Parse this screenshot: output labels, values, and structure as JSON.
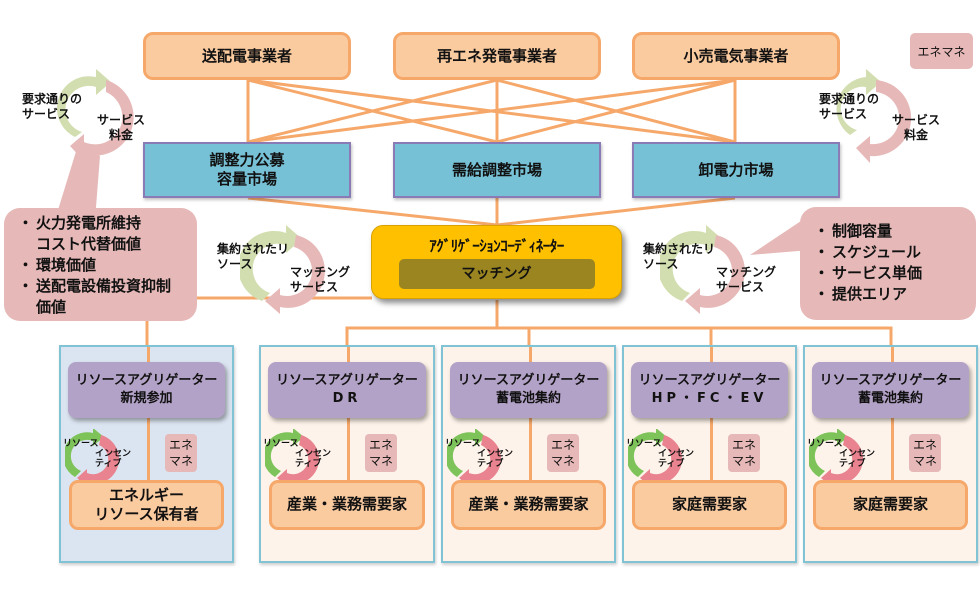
{
  "top_entities": [
    {
      "label": "送配電事業者"
    },
    {
      "label": "再エネ発電事業者"
    },
    {
      "label": "小売電気事業者"
    }
  ],
  "enemane_badge": "エネマネ",
  "markets": [
    {
      "line1": "調整力公募",
      "line2": "容量市場"
    },
    {
      "line1": "需給調整市場",
      "line2": ""
    },
    {
      "line1": "卸電力市場",
      "line2": ""
    }
  ],
  "coordinator": {
    "title": "ｱｸﾞﾘｹﾞｰｼｮﾝｺｰﾃﾞｨﾈｰﾀｰ",
    "subtitle": "マッチング"
  },
  "cycles": {
    "top_left": {
      "green_label_1": "要求通りの",
      "green_label_2": "サービス",
      "red_label_1": "サービス",
      "red_label_2": "料金"
    },
    "top_right": {
      "green_label_1": "要求通りの",
      "green_label_2": "サービス",
      "red_label_1": "サービス",
      "red_label_2": "料金"
    },
    "mid_left": {
      "green_label_1": "集約されたリ",
      "green_label_2": "ソース",
      "red_label_1": "マッチング",
      "red_label_2": "サービス"
    },
    "mid_right": {
      "green_label_1": "集約されたリ",
      "green_label_2": "ソース",
      "red_label_1": "マッチング",
      "red_label_2": "サービス"
    }
  },
  "callout_left": {
    "items": [
      "火力発電所維持",
      "コスト代替価値",
      "環境価値",
      "送配電設備投資抑制",
      "価値"
    ],
    "bullets": [
      true,
      false,
      true,
      true,
      false
    ]
  },
  "callout_right": {
    "items": [
      "制御容量",
      "スケジュール",
      "サービス単価",
      "提供エリア"
    ]
  },
  "panels": [
    {
      "agg_line1": "リソースアグリゲーター",
      "agg_line2": "新規参加",
      "consumer_line1": "エネルギー",
      "consumer_line2": "リソース保有者",
      "cycle_label_1": "リソース",
      "cycle_label_2": "インセン",
      "cycle_label_3": "ティブ",
      "enemane_1": "エネ",
      "enemane_2": "マネ"
    },
    {
      "agg_line1": "リソースアグリゲーター",
      "agg_line2": "DR",
      "consumer_line1": "産業・業務需要家",
      "consumer_line2": "",
      "cycle_label_1": "リソース",
      "cycle_label_2": "インセン",
      "cycle_label_3": "ティブ",
      "enemane_1": "エネ",
      "enemane_2": "マネ"
    },
    {
      "agg_line1": "リソースアグリゲーター",
      "agg_line2": "蓄電池集約",
      "consumer_line1": "産業・業務需要家",
      "consumer_line2": "",
      "cycle_label_1": "リソース",
      "cycle_label_2": "インセン",
      "cycle_label_3": "ティブ",
      "enemane_1": "エネ",
      "enemane_2": "マネ"
    },
    {
      "agg_line1": "リソースアグリゲーター",
      "agg_line2": "HP・FC・EV",
      "consumer_line1": "家庭需要家",
      "consumer_line2": "",
      "cycle_label_1": "リソース",
      "cycle_label_2": "インセン",
      "cycle_label_3": "ティブ",
      "enemane_1": "エネ",
      "enemane_2": "マネ"
    },
    {
      "agg_line1": "リソースアグリゲーター",
      "agg_line2": "蓄電池集約",
      "consumer_line1": "家庭需要家",
      "consumer_line2": "",
      "cycle_label_1": "リソース",
      "cycle_label_2": "インセン",
      "cycle_label_3": "ティブ",
      "enemane_1": "エネ",
      "enemane_2": "マネ"
    }
  ],
  "colors": {
    "connector": "#f5a86a",
    "entity_fill": "#fbcba0",
    "market_fill": "#77c1d6",
    "coordinator_fill": "#ffc000",
    "aggregator_fill": "#b3a2c7",
    "callout_fill": "#e6b9b8"
  }
}
